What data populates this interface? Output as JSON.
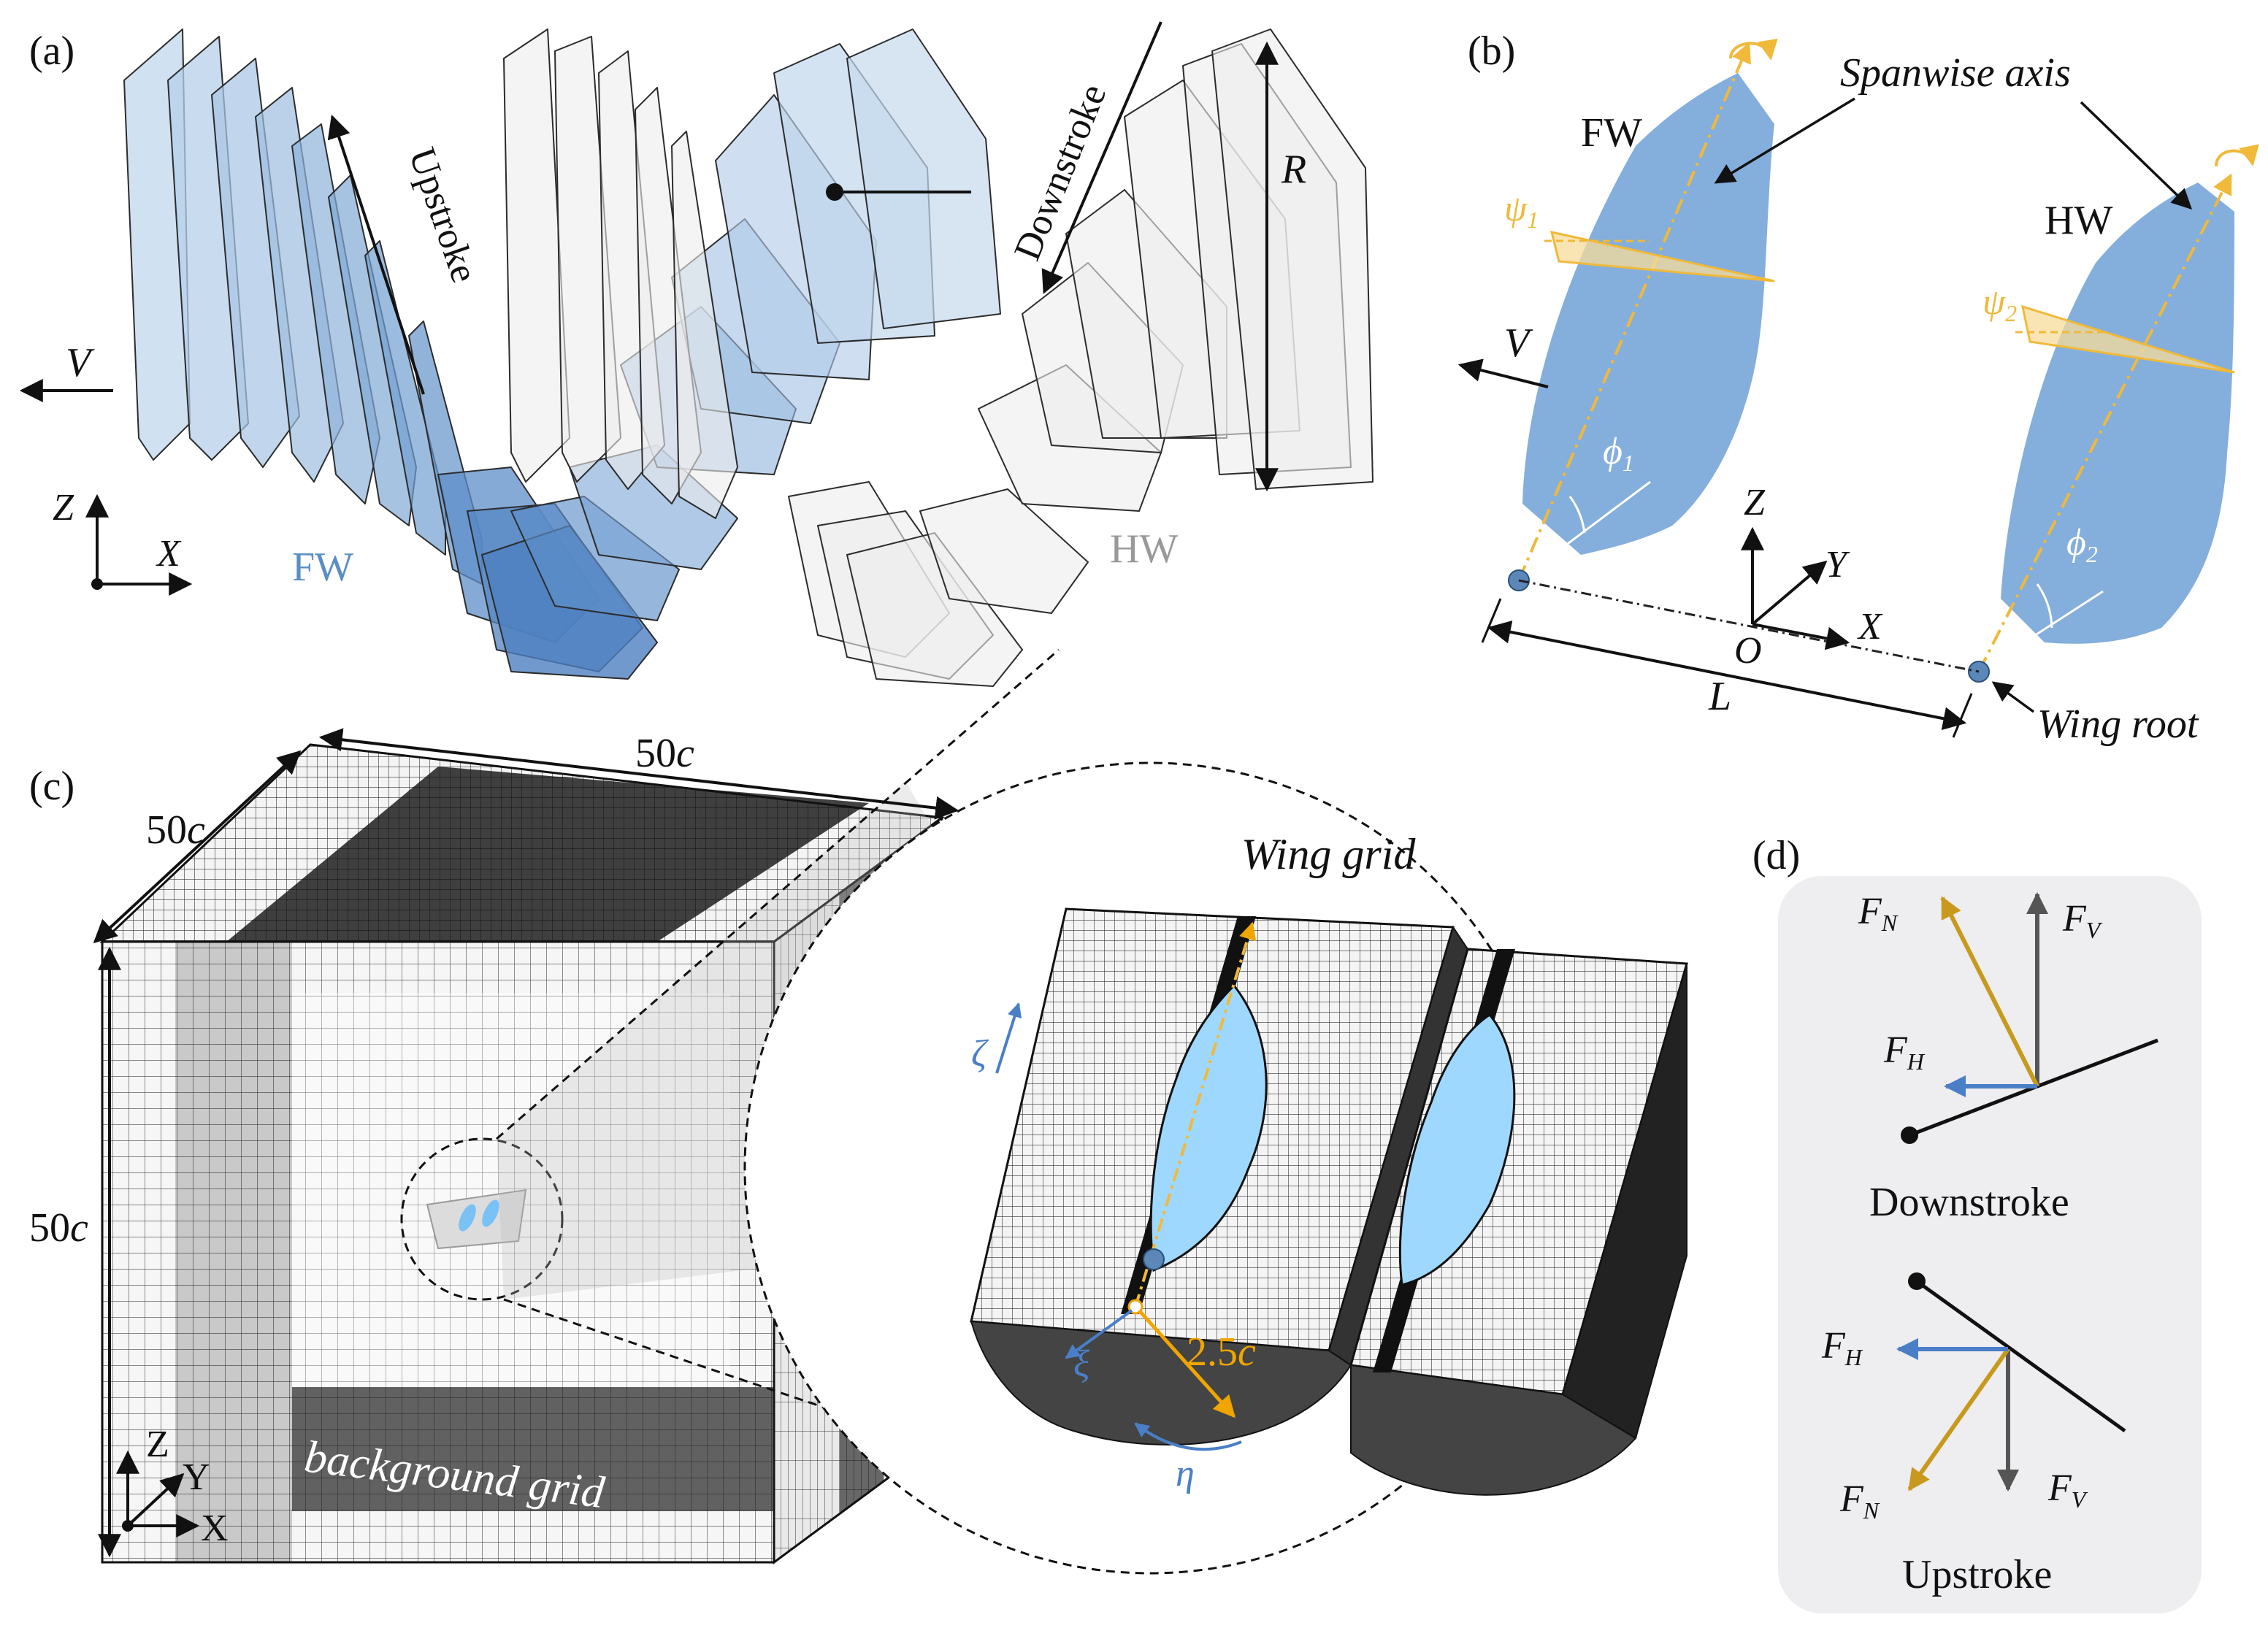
{
  "colors": {
    "fw_blue": "#5b8ec4",
    "fw_blue_light": "#bcd4ea",
    "hw_gray": "#e8e8e8",
    "wing_blue": "#7aa7d9",
    "orange": "#f0b93a",
    "grid_wing": "#9fd8ff",
    "arrow_blue": "#4a7fc8",
    "arrow_gold": "#c79a1e",
    "arrow_gray": "#555555",
    "panel_d_bg": "#eeedef"
  },
  "panel_a": {
    "label": "(a)",
    "upstroke": "Upstroke",
    "downstroke": "Downstroke",
    "velocity": "V",
    "radius": "R",
    "fw": "FW",
    "hw": "HW",
    "axis_z": "Z",
    "axis_x": "X"
  },
  "panel_b": {
    "label": "(b)",
    "spanwise_axis": "Spanwise axis",
    "fw": "FW",
    "hw": "HW",
    "velocity": "V",
    "psi1": "ψ",
    "psi1_sub": "1",
    "psi2": "ψ",
    "psi2_sub": "2",
    "phi1": "ϕ",
    "phi1_sub": "1",
    "phi2": "ϕ",
    "phi2_sub": "2",
    "axis_z": "Z",
    "axis_y": "Y",
    "axis_x": "X",
    "origin": "O",
    "length": "L",
    "wing_root": "Wing root"
  },
  "panel_c": {
    "label": "(c)",
    "dim_top": "50",
    "dim_top_unit": "c",
    "dim_left_top": "50",
    "dim_left_top_unit": "c",
    "dim_side": "50",
    "dim_side_unit": "c",
    "background_grid": "background grid",
    "wing_grid": "Wing grid",
    "zeta": "ζ",
    "xi": "ξ",
    "eta": "η",
    "radius_num": "2.5",
    "radius_unit": "c",
    "axis_z": "Z",
    "axis_y": "Y",
    "axis_x": "X"
  },
  "panel_d": {
    "label": "(d)",
    "fn": "F",
    "fn_sub": "N",
    "fv": "F",
    "fv_sub": "V",
    "fh": "F",
    "fh_sub": "H",
    "downstroke": "Downstroke",
    "upstroke": "Upstroke"
  }
}
